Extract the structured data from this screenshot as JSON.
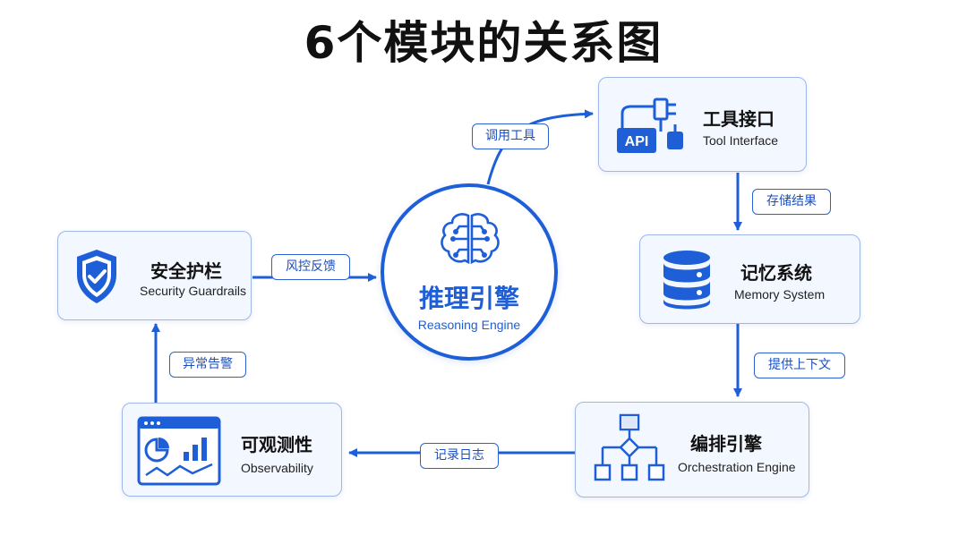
{
  "title": "6个模块的关系图",
  "center": {
    "cn": "推理引擎",
    "en": "Reasoning Engine",
    "icon": "brain-icon"
  },
  "modules": {
    "tool": {
      "cn": "工具接口",
      "en": "Tool Interface",
      "icon": "api-plug-icon",
      "icon_text": "API"
    },
    "memory": {
      "cn": "记忆系统",
      "en": "Memory System",
      "icon": "database-icon"
    },
    "orch": {
      "cn": "编排引擎",
      "en": "Orchestration Engine",
      "icon": "flowchart-icon"
    },
    "obs": {
      "cn": "可观测性",
      "en": "Observability",
      "icon": "dashboard-icon"
    },
    "security": {
      "cn": "安全护栏",
      "en": "Security Guardrails",
      "icon": "shield-check-icon"
    }
  },
  "edges": {
    "call_tool": "调用工具",
    "store_result": "存储结果",
    "give_context": "提供上下文",
    "log": "记录日志",
    "alert": "异常告警",
    "risk_feedback": "风控反馈"
  },
  "colors": {
    "accent": "#1e5fd8",
    "card_bg": "#f3f7ff",
    "card_border": "#9fb7e6",
    "title": "#111111"
  }
}
